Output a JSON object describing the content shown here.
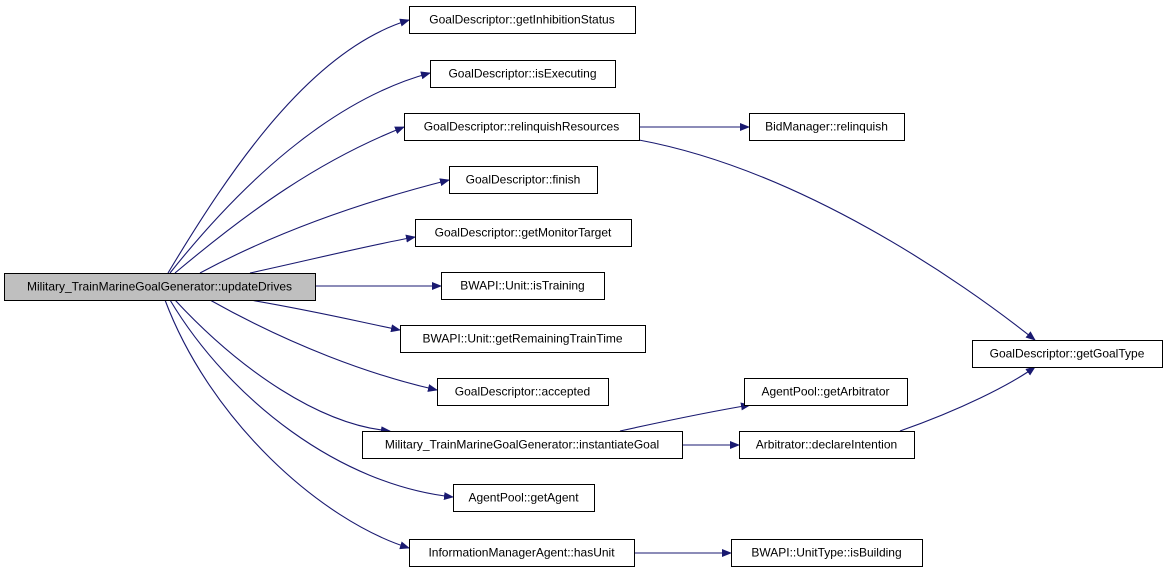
{
  "colors": {
    "edge": "#191970",
    "root_fill": "#bfbfbf",
    "node_fill": "#ffffff",
    "border": "#000000"
  },
  "nodes": [
    {
      "id": "root",
      "label": "Military_TrainMarineGoalGenerator::updateDrives",
      "root": true
    },
    {
      "id": "n1",
      "label": "GoalDescriptor::getInhibitionStatus"
    },
    {
      "id": "n2",
      "label": "GoalDescriptor::isExecuting"
    },
    {
      "id": "n3",
      "label": "GoalDescriptor::relinquishResources"
    },
    {
      "id": "n4",
      "label": "GoalDescriptor::finish"
    },
    {
      "id": "n5",
      "label": "GoalDescriptor::getMonitorTarget"
    },
    {
      "id": "n6",
      "label": "BWAPI::Unit::isTraining"
    },
    {
      "id": "n7",
      "label": "BWAPI::Unit::getRemainingTrainTime"
    },
    {
      "id": "n8",
      "label": "GoalDescriptor::accepted"
    },
    {
      "id": "n9",
      "label": "Military_TrainMarineGoalGenerator::instantiateGoal"
    },
    {
      "id": "n10",
      "label": "AgentPool::getAgent"
    },
    {
      "id": "n11",
      "label": "InformationManagerAgent::hasUnit"
    },
    {
      "id": "m1",
      "label": "BidManager::relinquish"
    },
    {
      "id": "m2",
      "label": "AgentPool::getArbitrator"
    },
    {
      "id": "m3",
      "label": "Arbitrator::declareIntention"
    },
    {
      "id": "m4",
      "label": "BWAPI::UnitType::isBuilding"
    },
    {
      "id": "g1",
      "label": "GoalDescriptor::getGoalType"
    }
  ],
  "edges": [
    [
      "root",
      "n1"
    ],
    [
      "root",
      "n2"
    ],
    [
      "root",
      "n3"
    ],
    [
      "root",
      "n4"
    ],
    [
      "root",
      "n5"
    ],
    [
      "root",
      "n6"
    ],
    [
      "root",
      "n7"
    ],
    [
      "root",
      "n8"
    ],
    [
      "root",
      "n9"
    ],
    [
      "root",
      "n10"
    ],
    [
      "root",
      "n11"
    ],
    [
      "n3",
      "m1"
    ],
    [
      "n3",
      "g1"
    ],
    [
      "n9",
      "m2"
    ],
    [
      "n9",
      "m3"
    ],
    [
      "m3",
      "g1"
    ],
    [
      "n11",
      "m4"
    ]
  ]
}
